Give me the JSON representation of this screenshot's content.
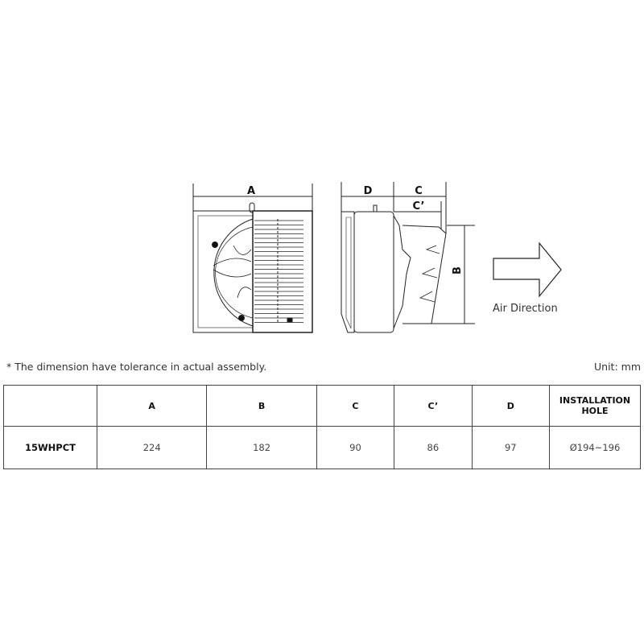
{
  "diagram": {
    "dimension_labels": {
      "a": "A",
      "b": "B",
      "c": "C",
      "c_prime": "C’",
      "d": "D"
    },
    "air_direction_label": "Air Direction"
  },
  "notes": {
    "tolerance": "* The dimension have tolerance in actual assembly.",
    "unit": "Unit: mm"
  },
  "table": {
    "headers": [
      "",
      "A",
      "B",
      "C",
      "C’",
      "D",
      "INSTALLATION HOLE"
    ],
    "rows": [
      {
        "model": "15WHPCT",
        "values": [
          "224",
          "182",
          "90",
          "86",
          "97",
          "Ø194~196"
        ]
      }
    ]
  }
}
